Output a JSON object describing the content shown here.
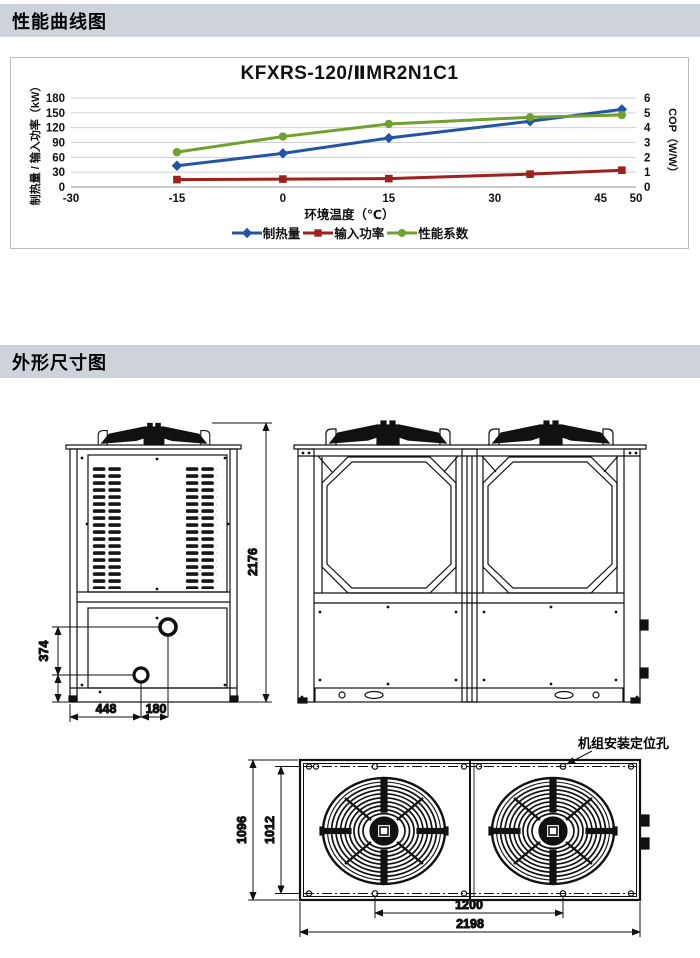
{
  "headers": {
    "performance": "性能曲线图",
    "dimensions": "外形尺寸图"
  },
  "colors": {
    "section_bar": "#cdd3d9",
    "heating_series": "#2355A4",
    "power_series": "#9E211E",
    "cop_series": "#70A02D"
  },
  "chart_data": {
    "type": "line",
    "title": "KFXRS-120/ⅡMR2N1C1",
    "xlabel": "环境温度（℃）",
    "ylabel_left": "制热量 / 输入功率（kW）",
    "ylabel_right": "COP（W/W）",
    "xlim": [
      -30,
      50
    ],
    "x_ticks": [
      -30,
      -15,
      0,
      15,
      30,
      45,
      50
    ],
    "ylim_left": [
      0,
      180
    ],
    "yticks_left": [
      0,
      30,
      60,
      90,
      120,
      150,
      180
    ],
    "ylim_right": [
      0,
      6
    ],
    "yticks_right": [
      0,
      1,
      2,
      3,
      4,
      5,
      6
    ],
    "grid": "horizontal",
    "legend_position": "bottom",
    "series": [
      {
        "name": "制热量",
        "axis": "left",
        "color": "#2355A4",
        "marker": "diamond",
        "x": [
          -15,
          0,
          15,
          35,
          48
        ],
        "y": [
          43,
          68,
          99,
          133,
          157
        ]
      },
      {
        "name": "输入功率",
        "axis": "left",
        "color": "#9E211E",
        "marker": "square",
        "x": [
          -15,
          0,
          15,
          35,
          48
        ],
        "y": [
          15,
          16,
          17,
          26,
          34
        ]
      },
      {
        "name": "性能系数",
        "axis": "right",
        "color": "#70A02D",
        "marker": "circle",
        "x": [
          -15,
          0,
          15,
          35,
          48
        ],
        "y": [
          2.35,
          3.4,
          4.25,
          4.7,
          4.85
        ]
      }
    ]
  },
  "drawings": {
    "side_view": {
      "overall_height": "2176",
      "port_vertical_spacing": "374",
      "port_offset_x": "448",
      "port_pitch_x": "180"
    },
    "top_view": {
      "overall_width": "2198",
      "mount_hole_spacing": "1200",
      "overall_depth": "1096",
      "mount_hole_depth_spacing": "1012",
      "mount_hole_callout": "机组安装定位孔"
    }
  }
}
